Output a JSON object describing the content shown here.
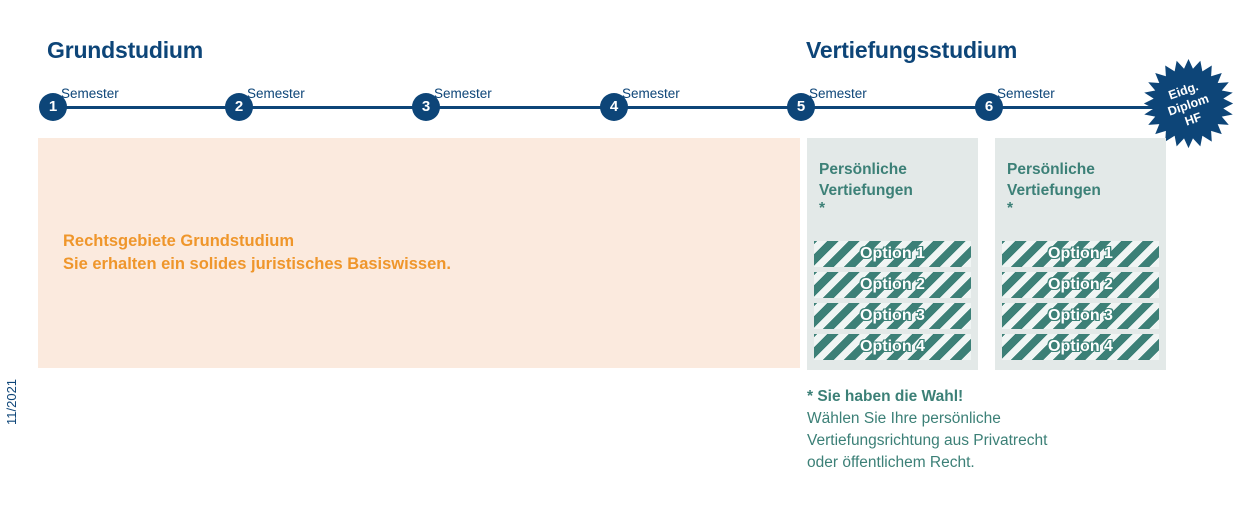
{
  "colors": {
    "navy": "#0d4578",
    "orange": "#ef962b",
    "teal": "#3c8077",
    "beige_panel": "#fbeade",
    "grey_panel": "#e3e9e8",
    "white": "#ffffff"
  },
  "headings": {
    "basic_study": "Grundstudium",
    "advanced_study": "Vertiefungsstudium"
  },
  "timeline": {
    "milestones": [
      {
        "number": "1",
        "label": "Semester"
      },
      {
        "number": "2",
        "label": "Semester"
      },
      {
        "number": "3",
        "label": "Semester"
      },
      {
        "number": "4",
        "label": "Semester"
      },
      {
        "number": "5",
        "label": "Semester"
      },
      {
        "number": "6",
        "label": "Semester"
      }
    ]
  },
  "badge": {
    "line1": "Eidg.",
    "line2": "Diplom",
    "line3": "HF"
  },
  "basic_panel": {
    "line1": "Rechtsgebiete Grundstudium",
    "line2": "Sie erhalten ein solides juristisches Basiswissen."
  },
  "deepening_panels": [
    {
      "heading_line1": "Persönliche",
      "heading_line2": "Vertiefungen",
      "asterisk": "*",
      "options": [
        "Option 1",
        "Option 2",
        "Option 3",
        "Option 4"
      ]
    },
    {
      "heading_line1": "Persönliche",
      "heading_line2": "Vertiefungen",
      "asterisk": "*",
      "options": [
        "Option 1",
        "Option 2",
        "Option 3",
        "Option 4"
      ]
    }
  ],
  "footnote": {
    "title": "* Sie haben die Wahl!",
    "line1": "Wählen Sie Ihre persönliche",
    "line2": "Vertiefungsrichtung aus Privatrecht",
    "line3": "oder öffentlichem Recht."
  },
  "datestamp": "11/2021"
}
